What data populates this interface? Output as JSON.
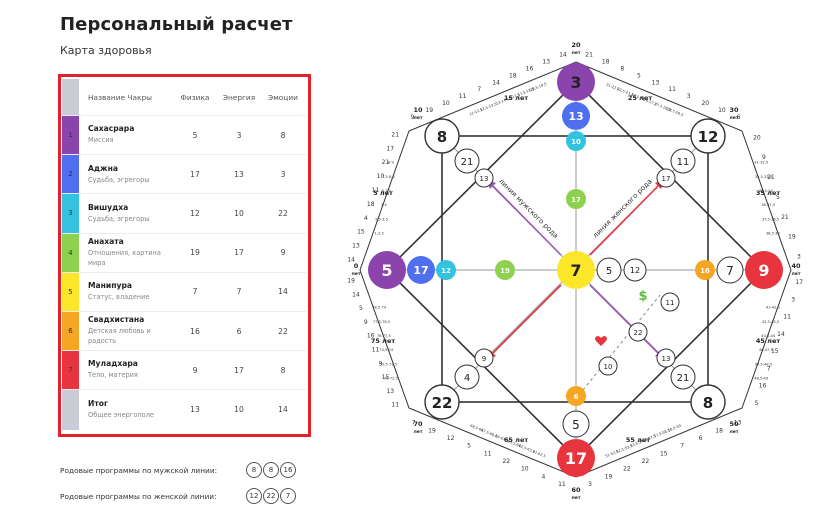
{
  "header": {
    "title": "Персональный расчет",
    "subtitle": "Карта здоровья"
  },
  "table": {
    "columns": [
      "Название Чакры",
      "Физика",
      "Энергия",
      "Эмоции"
    ],
    "rows": [
      {
        "num": "1",
        "color": "#8b44ac",
        "name": "Сахасрара",
        "desc": "Миссия",
        "v": [
          "5",
          "3",
          "8"
        ]
      },
      {
        "num": "2",
        "color": "#4f6ff0",
        "name": "Аджна",
        "desc": "Судьба, эгрегоры",
        "v": [
          "17",
          "13",
          "3"
        ]
      },
      {
        "num": "3",
        "color": "#33c3e0",
        "name": "Вишудха",
        "desc": "Судьба, эгрегоры",
        "v": [
          "12",
          "10",
          "22"
        ]
      },
      {
        "num": "4",
        "color": "#8ed14e",
        "name": "Анахата",
        "desc": "Отношения, картина мира",
        "v": [
          "19",
          "17",
          "9"
        ]
      },
      {
        "num": "5",
        "color": "#fbe62a",
        "name": "Манипура",
        "desc": "Статус, владение",
        "v": [
          "7",
          "7",
          "14"
        ]
      },
      {
        "num": "6",
        "color": "#f5a623",
        "name": "Свадхистана",
        "desc": "Детская любовь и радость",
        "v": [
          "16",
          "6",
          "22"
        ]
      },
      {
        "num": "7",
        "color": "#e8343f",
        "name": "Муладхара",
        "desc": "Тело, материя",
        "v": [
          "9",
          "17",
          "8"
        ]
      }
    ],
    "total": {
      "color": "#c9ccd6",
      "name": "Итог",
      "desc": "Общее энергополе",
      "v": [
        "13",
        "10",
        "14"
      ]
    }
  },
  "rod": {
    "male": {
      "label": "Родовые программы по мужской линии:",
      "values": [
        "8",
        "8",
        "16"
      ]
    },
    "female": {
      "label": "Родовые программы по женской линии:",
      "values": [
        "12",
        "22",
        "7"
      ]
    }
  },
  "matrix": {
    "center": "7",
    "top": "3",
    "top2": "13",
    "top3": "10",
    "top4": "17",
    "left": "5",
    "left2": "17",
    "left3": "12",
    "left4": "19",
    "right": "9",
    "right2": "7",
    "right3": "16",
    "bottom": "17",
    "bottom2": "5",
    "bottom3": "6",
    "tl": "8",
    "tl2": "21",
    "tl3": "13",
    "tr": "12",
    "tr2": "11",
    "tr3": "17",
    "bl": "22",
    "bl2": "4",
    "bl3": "9",
    "br": "8",
    "br2": "21",
    "br3": "13",
    "c_right1": "5",
    "c_right2": "12",
    "money_sym": "$",
    "m11": "11",
    "m22": "22",
    "m10": "10",
    "line_male": "линия мужского рода",
    "line_female": "линия женского рода",
    "ages": {
      "a0": "0",
      "a10": "10",
      "a20": "20",
      "a30": "30",
      "a40": "40",
      "a50": "50",
      "a60": "60",
      "a70": "70",
      "let": "лет",
      "a5": "5 лет",
      "a15": "15 лет",
      "a25": "25 лет",
      "a35": "35 лет",
      "a45": "45 лет",
      "a55": "55 лет",
      "a65": "65 лет",
      "a75": "75 лет"
    },
    "outer_numbers": {
      "top_left": [
        "9",
        "19",
        "10",
        "11",
        "7",
        "14",
        "18",
        "16",
        "13",
        "14"
      ],
      "top_right": [
        "21",
        "18",
        "8",
        "5",
        "13",
        "11",
        "3",
        "20",
        "10",
        "6"
      ],
      "left_upper": [
        "21",
        "17",
        "21",
        "10",
        "11",
        "18",
        "4",
        "15",
        "13",
        "14"
      ],
      "left_lower": [
        "19",
        "14",
        "5",
        "9",
        "16",
        "11",
        "9",
        "15",
        "13",
        "11"
      ],
      "right_upper": [
        "20",
        "9",
        "21",
        "5",
        "21",
        "19",
        "3"
      ],
      "right_lower": [
        "17",
        "3",
        "11",
        "14",
        "15",
        "7",
        "16",
        "5"
      ],
      "bottom_left": [
        "7",
        "19",
        "12",
        "5",
        "11",
        "22",
        "10",
        "4",
        "11"
      ],
      "bottom_right": [
        "3",
        "19",
        "22",
        "22",
        "15",
        "7",
        "6",
        "18",
        "13"
      ]
    },
    "age_ranges": {
      "tl": [
        "18,5-19,5",
        "17,5-18,5",
        "16-17,5",
        "13-14",
        "12,5-13,5",
        "11-12,5"
      ],
      "tr": [
        "21-22,5",
        "22,5-23,5",
        "23,5-24",
        "26-27,5",
        "27,5-28,5",
        "28,5-29,5"
      ],
      "l1": [
        "8-9",
        "7,5-8,5",
        "6-7,5",
        "3-4",
        "2,5-3,5",
        "1-2,5"
      ],
      "l2": [
        "78,5-79",
        "77,5-78,5",
        "76-77,5",
        "73,5-74",
        "72,5-73,5",
        "71-72,5"
      ],
      "r1": [
        "31-32,5",
        "32,5-33,5",
        "33,5-34",
        "36-37,5",
        "37,5-38,5",
        "38,5-39"
      ],
      "r2": [
        "41-42,5",
        "42,5-43,5",
        "43,5-44",
        "46-47,5",
        "47,5-48,5",
        "48,5-49"
      ],
      "bl": [
        "68,5-69",
        "67,5-68,5",
        "66-67,5",
        "63,5-64",
        "62,5-63,5",
        "61-62,5"
      ],
      "br": [
        "58,5-59",
        "57,5-58,5",
        "56-57,5",
        "53,5-54",
        "52,5-53,5",
        "51-52,5"
      ]
    }
  }
}
